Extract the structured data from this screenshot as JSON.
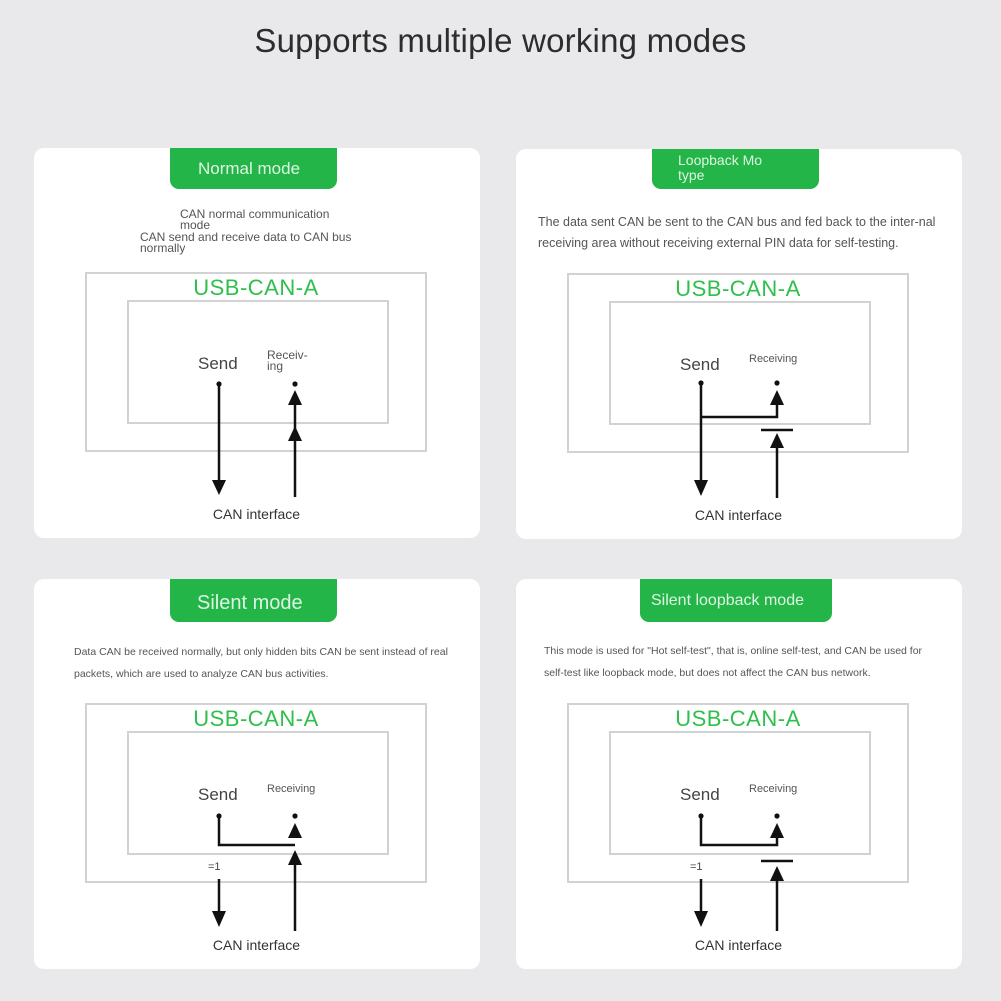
{
  "page": {
    "title": "Supports multiple working modes"
  },
  "colors": {
    "accent": "#23b547",
    "device_label": "#2fbf4c",
    "card_bg": "#ffffff",
    "page_bg": "#e9e9ec"
  },
  "modes": [
    {
      "tab_label": "Normal mode",
      "description_line1": "CAN normal communication mode",
      "description_line2": "CAN send and receive data to CAN bus normally",
      "device": "USB-CAN-A",
      "send_label": "Send",
      "receive_label": "Receiv-ing",
      "interface_label": "CAN interface"
    },
    {
      "tab_label": "Loopback Mo type",
      "description": "The data sent CAN be sent to the CAN bus and fed back to the inter-nal receiving area without receiving external PIN data for self-testing.",
      "device": "USB-CAN-A",
      "send_label": "Send",
      "receive_label": "Receiving",
      "interface_label": "CAN interface"
    },
    {
      "tab_label": "Silent mode",
      "description": "Data CAN be received normally, but only hidden bits CAN be sent instead of real packets, which are used to analyze CAN bus activities.",
      "device": "USB-CAN-A",
      "send_label": "Send",
      "receive_label": "Receiving",
      "gate_label": "=1",
      "interface_label": "CAN interface"
    },
    {
      "tab_label": "Silent loopback mode",
      "description": "This mode is used for \"Hot self-test\", that is, online self-test, and CAN be used for self-test like loopback mode, but does not affect the CAN bus network.",
      "device": "USB-CAN-A",
      "send_label": "Send",
      "receive_label": "Receiving",
      "gate_label": "=1",
      "interface_label": "CAN interface"
    }
  ]
}
